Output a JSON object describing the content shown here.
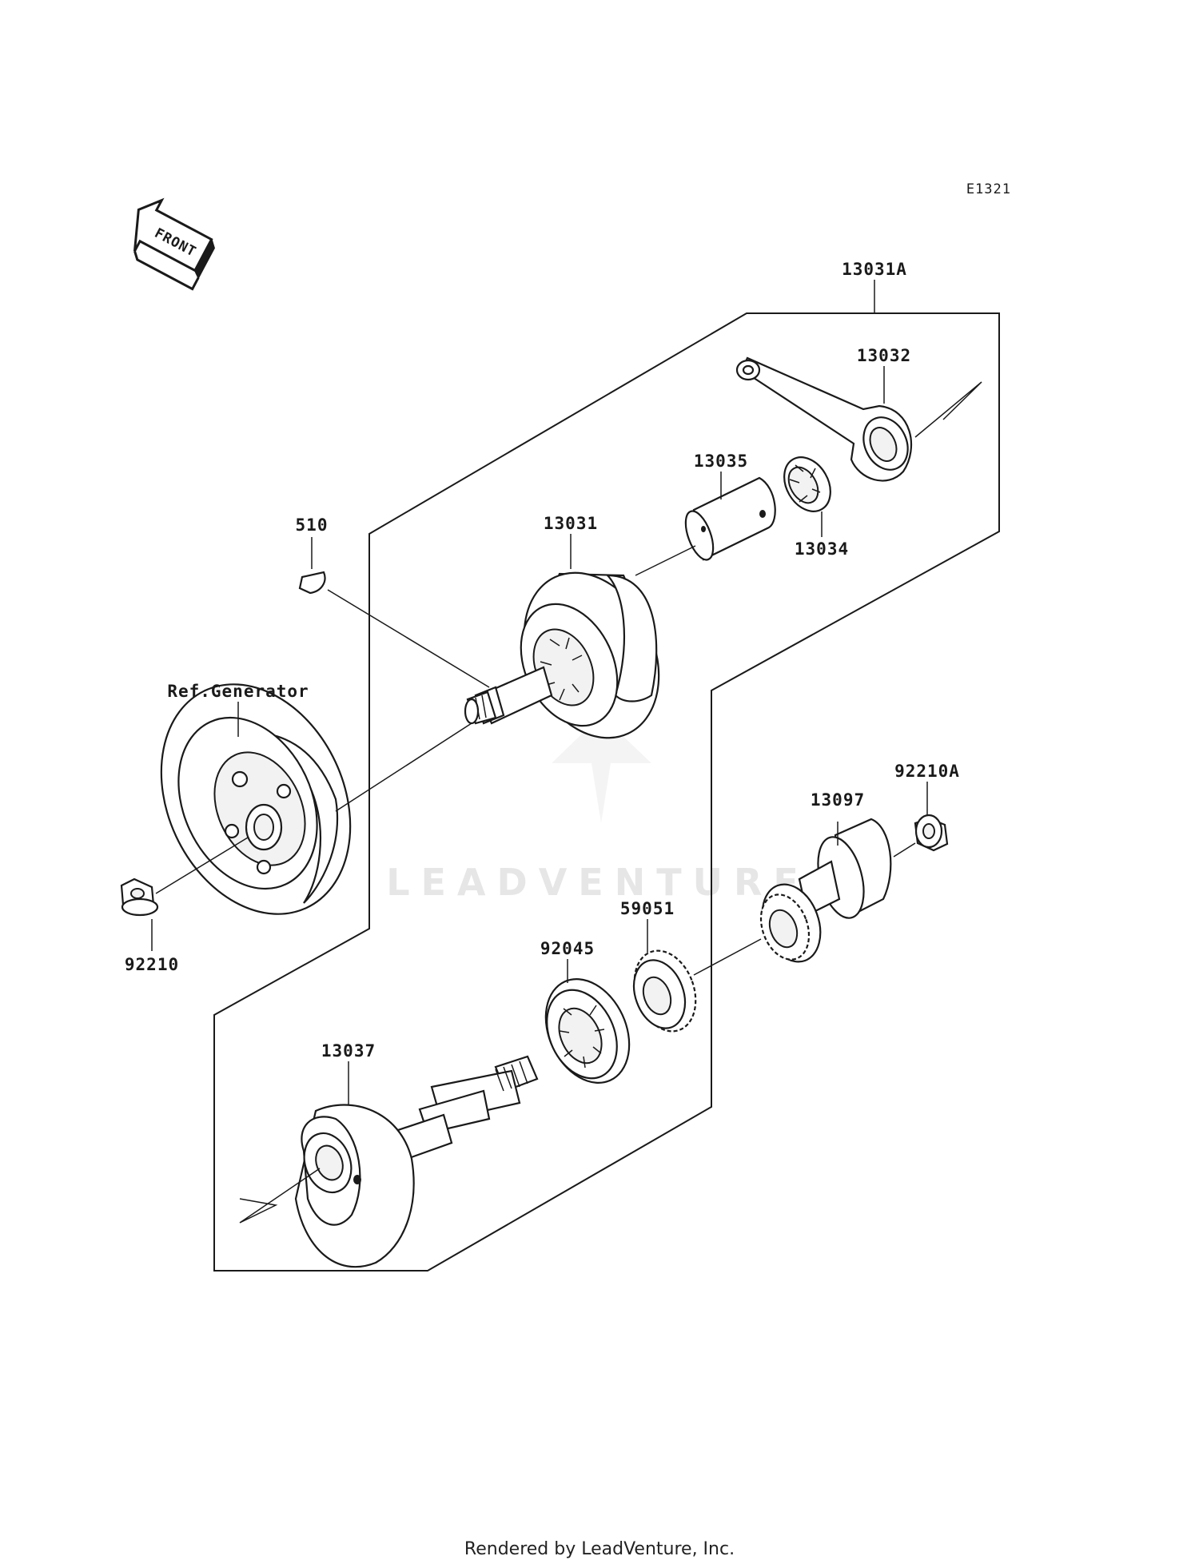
{
  "diagram": {
    "diagram_code": "E1321",
    "front_label": "FRONT",
    "watermark": "LEADVENTURE",
    "footer": "Rendered by LeadVenture, Inc.",
    "parts": {
      "p13031A": "13031A",
      "p13032": "13032",
      "p13035": "13035",
      "p13034": "13034",
      "p510": "510",
      "p13031": "13031",
      "ref_generator": "Ref.Generator",
      "p92210A": "92210A",
      "p13097": "13097",
      "p59051": "59051",
      "p92045": "92045",
      "p92210": "92210",
      "p13037": "13037"
    }
  }
}
